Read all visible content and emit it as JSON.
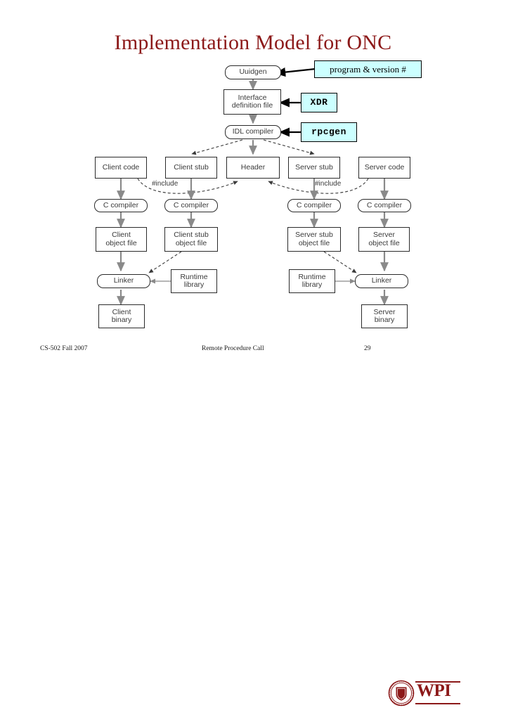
{
  "slide": {
    "title": "Implementation Model for ONC"
  },
  "diagram": {
    "nodes": [
      {
        "id": "uuidgen",
        "label": "Uuidgen",
        "shape": "rounded"
      },
      {
        "id": "idf",
        "label": "Interface\ndefinition file",
        "shape": "rect"
      },
      {
        "id": "idl",
        "label": "IDL compiler",
        "shape": "rounded"
      },
      {
        "id": "client-code",
        "label": "Client code",
        "shape": "rect"
      },
      {
        "id": "client-stub",
        "label": "Client stub",
        "shape": "rect"
      },
      {
        "id": "header",
        "label": "Header",
        "shape": "rect"
      },
      {
        "id": "server-stub",
        "label": "Server stub",
        "shape": "rect"
      },
      {
        "id": "server-code",
        "label": "Server code",
        "shape": "rect"
      },
      {
        "id": "cc1",
        "label": "C compiler",
        "shape": "rounded"
      },
      {
        "id": "cc2",
        "label": "C compiler",
        "shape": "rounded"
      },
      {
        "id": "cc3",
        "label": "C compiler",
        "shape": "rounded"
      },
      {
        "id": "cc4",
        "label": "C compiler",
        "shape": "rounded"
      },
      {
        "id": "client-obj",
        "label": "Client\nobject file",
        "shape": "rect"
      },
      {
        "id": "client-stub-obj",
        "label": "Client stub\nobject file",
        "shape": "rect"
      },
      {
        "id": "server-stub-obj",
        "label": "Server stub\nobject file",
        "shape": "rect"
      },
      {
        "id": "server-obj",
        "label": "Server\nobject file",
        "shape": "rect"
      },
      {
        "id": "linker-l",
        "label": "Linker",
        "shape": "rounded"
      },
      {
        "id": "linker-r",
        "label": "Linker",
        "shape": "rounded"
      },
      {
        "id": "rtlib-l",
        "label": "Runtime\nlibrary",
        "shape": "rect"
      },
      {
        "id": "rtlib-r",
        "label": "Runtime\nlibrary",
        "shape": "rect"
      },
      {
        "id": "client-bin",
        "label": "Client\nbinary",
        "shape": "rect"
      },
      {
        "id": "server-bin",
        "label": "Server\nbinary",
        "shape": "rect"
      }
    ],
    "edge_labels": [
      {
        "id": "include-left",
        "label": "#include"
      },
      {
        "id": "include-right",
        "label": "#include"
      }
    ],
    "callouts": [
      {
        "id": "program-version",
        "label": "program & version #",
        "target": "uuidgen",
        "style": "serif"
      },
      {
        "id": "xdr",
        "label": "XDR",
        "target": "idf",
        "style": "mono"
      },
      {
        "id": "rpcgen",
        "label": "rpcgen",
        "target": "idl",
        "style": "mono"
      }
    ],
    "colors": {
      "callout_fill": "#ccffff",
      "callout_border": "#000000",
      "node_border": "#2b2b2b",
      "node_text": "#3a3a3a",
      "arrow": "#8a8a8a",
      "arrow_dashed": "#3a3a3a"
    }
  },
  "footer": {
    "course": "CS-502 Fall 2007",
    "topic": "Remote Procedure Call",
    "page": "29",
    "logo_text": "WPI",
    "brand_color": "#8c1919"
  }
}
